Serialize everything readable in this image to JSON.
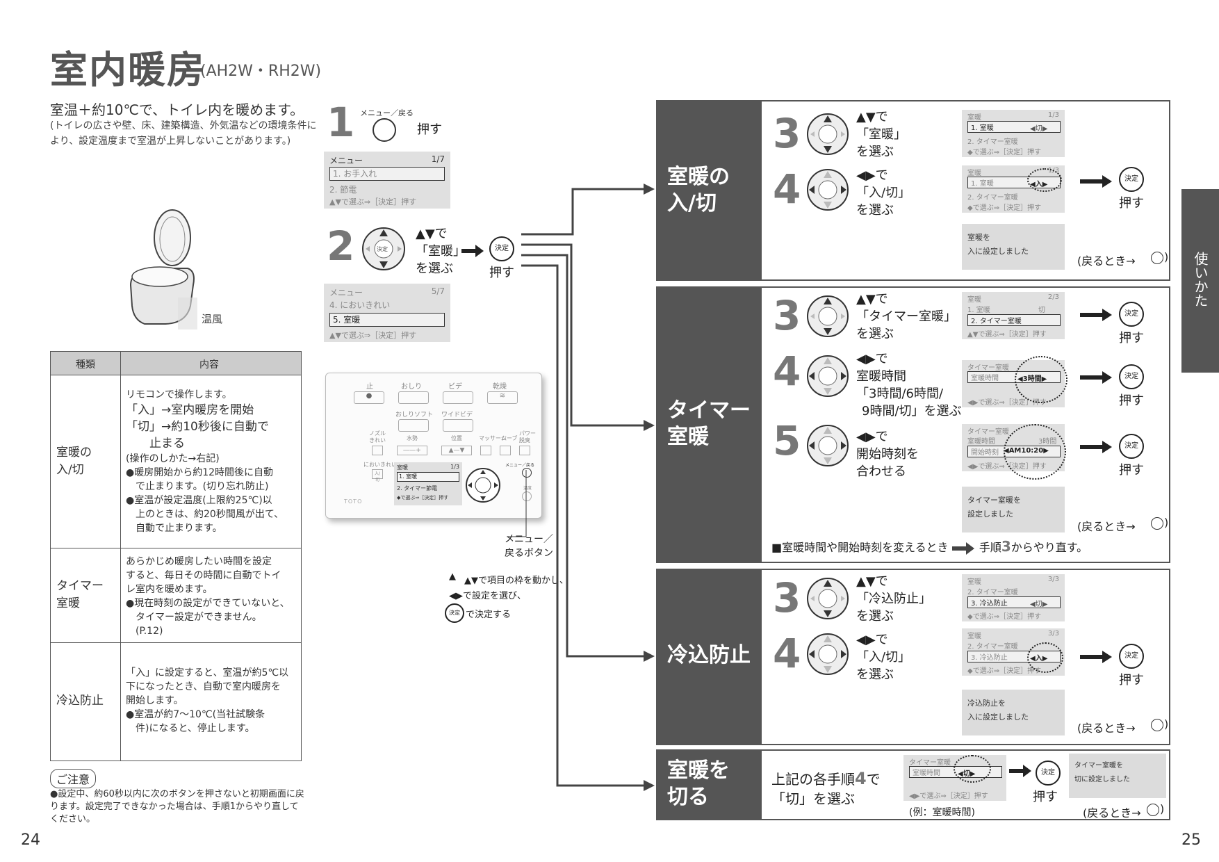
{
  "header": {
    "title": "室内暖房",
    "models": "(AH2W・RH2W)"
  },
  "intro": {
    "lead": "室温＋約10℃で、トイレ内を暖めます。",
    "note": "(トイレの広さや壁、床、建築構造、外気温などの環境条件により、設定温度まで室温が上昇しないことがあります。)"
  },
  "toilet": {
    "warm_air_label": "温風"
  },
  "table": {
    "col_type": "種類",
    "col_content": "内容",
    "rows": [
      {
        "type": "室暖の\n入/切",
        "lines": [
          "リモコンで操作します。",
          "「入」→室内暖房を開始",
          "「切」→約10秒後に自動で",
          "　　止まる",
          "(操作のしかた→右記)",
          "●暖房開始から約12時間後に自動",
          "　で止まります。(切り忘れ防止)",
          "●室温が設定温度(上限約25℃)以",
          "　上のときは、約20秒間風が出て、",
          "　自動で止まります。"
        ]
      },
      {
        "type": "タイマー\n室暖",
        "lines": [
          "あらかじめ暖房したい時間を設定",
          "すると、毎日その時間に自動でトイ",
          "レ室内を暖めます。",
          "●現在時刻の設定ができていないと、",
          "　タイマー設定ができません。",
          "　(P.12)"
        ]
      },
      {
        "type": "冷込防止",
        "lines": [
          "「入」に設定すると、室温が約5℃以",
          "下になったとき、自動で室内暖房を",
          "開始します。",
          "●室温が約7～10℃(当社試験条",
          "　件)になると、停止します。"
        ]
      }
    ]
  },
  "caution": {
    "badge": "ご注意",
    "text": "●設定中、約60秒以内に次のボタンを押さないと初期画面に戻ります。設定完了できなかった場合は、手順1からやり直してください。"
  },
  "pages": {
    "left": "24",
    "right": "25"
  },
  "steps": {
    "s1": {
      "num": "1",
      "btn_label": "メニュー／戻る",
      "action": "押す"
    },
    "s1_lcd": {
      "title": "メニュー",
      "page": "1/7",
      "selected": "1. お手入れ",
      "item2": "2. 節電",
      "hint": "▲▼で選ぶ⇒［決定］押す"
    },
    "s2": {
      "num": "2",
      "dpad": "決定",
      "text1": "▲▼で",
      "text2": "「室暖」",
      "text3": "を選ぶ",
      "action": "押す",
      "ok": "決定"
    },
    "s2_lcd": {
      "title": "メニュー",
      "page": "5/7",
      "item1": "4. においきれい",
      "selected": "5. 室暖",
      "hint": "▲▼で選ぶ⇒［決定］押す"
    }
  },
  "remote": {
    "labels": [
      "止",
      "おしり",
      "ビデ",
      "乾燥",
      "おしりソフト",
      "ワイドビデ",
      "ノズル\nきれい",
      "水勢",
      "位置",
      "マッサージ",
      "ムーブ",
      "パワー\n脱臭",
      "においきれい",
      "入/切",
      "メニュー／戻る",
      "温度",
      "TOTO"
    ],
    "lcd": {
      "title": "室暖",
      "page": "1/3",
      "selected": "1. 室暖",
      "item2": "2. タイマー節電",
      "hint": "◆で選ぶ⇒［決定］押す"
    },
    "callout": "メニュー／\n戻るボタン"
  },
  "legend": {
    "l1": "▲▼で項目の枠を動かし、",
    "l2": "◀▶で設定を選び、",
    "l3": "で決定する",
    "ok": "決定"
  },
  "sections": {
    "s_onoff": {
      "label": "室暖の\n入/切",
      "step3": {
        "num": "3",
        "t1": "▲▼で",
        "t2": "「室暖」",
        "t3": "を選ぶ",
        "lcd": {
          "title": "室暖",
          "page": "1/3",
          "selected": "1. 室暖",
          "value": "◀切▶",
          "item2": "2. タイマー室暖",
          "hint": "◆で選ぶ⇒［決定］押す"
        }
      },
      "step4": {
        "num": "4",
        "t1": "◀▶で",
        "t2": "「入/切」",
        "t3": "を選ぶ",
        "lcd": {
          "title": "室暖",
          "page": "1/3",
          "selected": "1. 室暖",
          "value": "◀入▶",
          "item2": "2. タイマー室暖",
          "hint": "◆で選ぶ⇒［決定］押す"
        }
      },
      "ok": "決定",
      "press": "押す",
      "done": "室暖を\n入に設定しました",
      "back": "(戻るとき→",
      "back_btn": "メニュー／戻る"
    },
    "s_timer": {
      "label": "タイマー\n室暖",
      "step3": {
        "num": "3",
        "t1": "▲▼で",
        "t2": "「タイマー室暖」",
        "t3": "を選ぶ",
        "lcd": {
          "title": "室暖",
          "page": "2/3",
          "item1": "1. 室暖",
          "val1": "切",
          "selected": "2. タイマー室暖",
          "hint": "▲▼で選ぶ⇒［決定］押す"
        }
      },
      "step4": {
        "num": "4",
        "t1": "◀▶で",
        "t2": "室暖時間",
        "t3": "「3時間/6時間/",
        "t4": "9時間/切」を選ぶ",
        "lcd": {
          "title": "タイマー室暖",
          "item1": "室暖時間",
          "value": "◀3時間▶",
          "hint": "◀▶で選ぶ⇒［決定］押す"
        }
      },
      "step5": {
        "num": "5",
        "t1": "◀▶で",
        "t2": "開始時刻を",
        "t3": "合わせる",
        "lcd": {
          "title": "タイマー室暖",
          "item1": "室暖時間",
          "val1": "3時間",
          "item2": "開始時刻",
          "value": "◀AM10:20▶",
          "hint": "◀▶で選ぶ⇒［決定］押す"
        }
      },
      "ok": "決定",
      "press": "押す",
      "done": "タイマー室暖を\n設定しました",
      "back": "(戻るとき→",
      "footnote_a": "■室暖時間や開始時刻を変えるとき",
      "footnote_b": "手順",
      "footnote_num": "3",
      "footnote_c": "からやり直す。"
    },
    "s_cold": {
      "label": "冷込防止",
      "step3": {
        "num": "3",
        "t1": "▲▼で",
        "t2": "「冷込防止」",
        "t3": "を選ぶ",
        "lcd": {
          "title": "室暖",
          "page": "3/3",
          "item1": "2. タイマー室暖",
          "selected": "3. 冷込防止",
          "value": "◀切▶",
          "hint": "◆で選ぶ⇒［決定］押す"
        }
      },
      "step4": {
        "num": "4",
        "t1": "◀▶で",
        "t2": "「入/切」",
        "t3": "を選ぶ",
        "lcd": {
          "title": "室暖",
          "page": "3/3",
          "item1": "2. タイマー室暖",
          "selected": "3. 冷込防止",
          "value": "◀入▶",
          "hint": "◆で選ぶ⇒［決定］押す"
        }
      },
      "ok": "決定",
      "press": "押す",
      "done": "冷込防止を\n入に設定しました",
      "back": "(戻るとき→"
    },
    "s_off": {
      "label": "室暖を\n切る",
      "t1a": "上記の各手順",
      "t1num": "4",
      "t1b": "で",
      "t2": "「切」を選ぶ",
      "lcd": {
        "title": "タイマー室暖",
        "item1": "室暖時間",
        "value": "◀切▶",
        "hint": "◀▶で選ぶ⇒［決定］押す"
      },
      "example": "(例：室暖時間)",
      "ok": "決定",
      "press": "押す",
      "done": "タイマー室暖を\n切に設定しました",
      "back": "(戻るとき→"
    }
  },
  "side_tab": "使いかた",
  "colors": {
    "dark": "#555555",
    "lcd": "#e0e0e0",
    "step": "#777777"
  }
}
